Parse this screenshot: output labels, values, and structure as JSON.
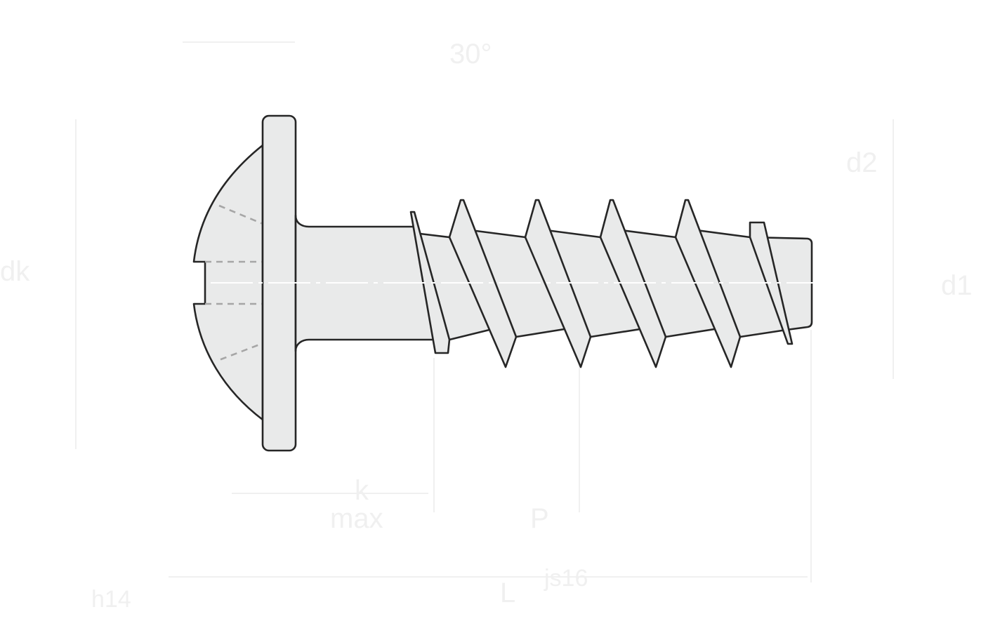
{
  "drawing": {
    "part": "screw",
    "labels": {
      "angle": "30°",
      "pitch": "P",
      "length": "L",
      "max_label": "max",
      "d2": "d2",
      "d1": "d1",
      "dk": "dk",
      "k": "k",
      "tol_a": "js16",
      "tol_b": "h14"
    }
  }
}
